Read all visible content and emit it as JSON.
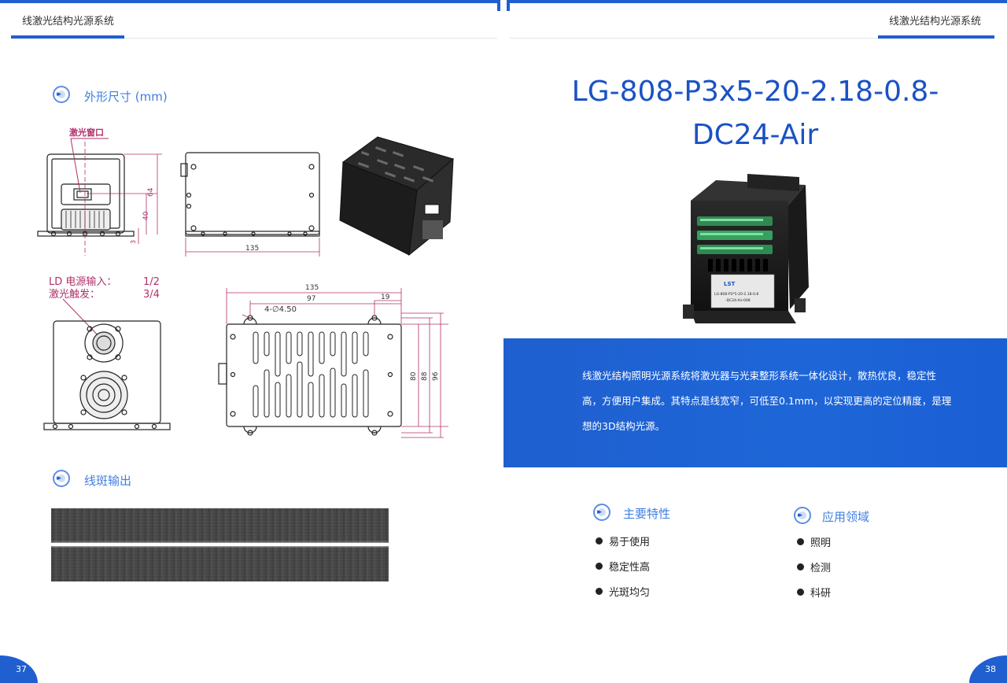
{
  "header": {
    "left_title": "线激光结构光源系统",
    "right_title": "线激光结构光源系统"
  },
  "left_page": {
    "section_dimensions": "外形尺寸 (mm)",
    "section_line_output": "线斑输出",
    "labels": {
      "laser_window": "激光窗口",
      "ld_power_input": "LD 电源输入：",
      "ld_power_pins": "1/2",
      "laser_trigger": "激光触发：",
      "laser_trigger_pins": "3/4"
    },
    "dimensions": {
      "front_height_total": "64",
      "front_height_window": "40",
      "front_offset": "3",
      "side_length": "135",
      "top_length": "135",
      "top_hole_span": "97",
      "top_offset": "19",
      "hole_spec": "4-∅4.50",
      "width_inner": "80",
      "width_mid": "88",
      "width_outer": "96"
    },
    "page_number": "37"
  },
  "right_page": {
    "product_title_line1": "LG-808-P3x5-20-2.18-0.8-",
    "product_title_line2": "DC24-Air",
    "product_label": {
      "brand": "LST",
      "model_line1": "LG-808-P3*5-20-2.18-0.8",
      "model_line2": "-DC24-Air-008"
    },
    "description": "线激光结构照明光源系统将激光器与光束整形系统一体化设计，散热优良，稳定性高，方便用户集成。其特点是线宽窄，可低至0.1mm，以实现更高的定位精度，是理想的3D结构光源。",
    "features_title": "主要特性",
    "features": [
      "易于使用",
      "稳定性高",
      "光斑均匀"
    ],
    "applications_title": "应用领域",
    "applications": [
      "照明",
      "检测",
      "科研"
    ],
    "page_number": "38"
  },
  "colors": {
    "brand_blue": "#1f5fd0",
    "title_blue": "#1a52c4",
    "dimension_pink": "#b0306a"
  }
}
